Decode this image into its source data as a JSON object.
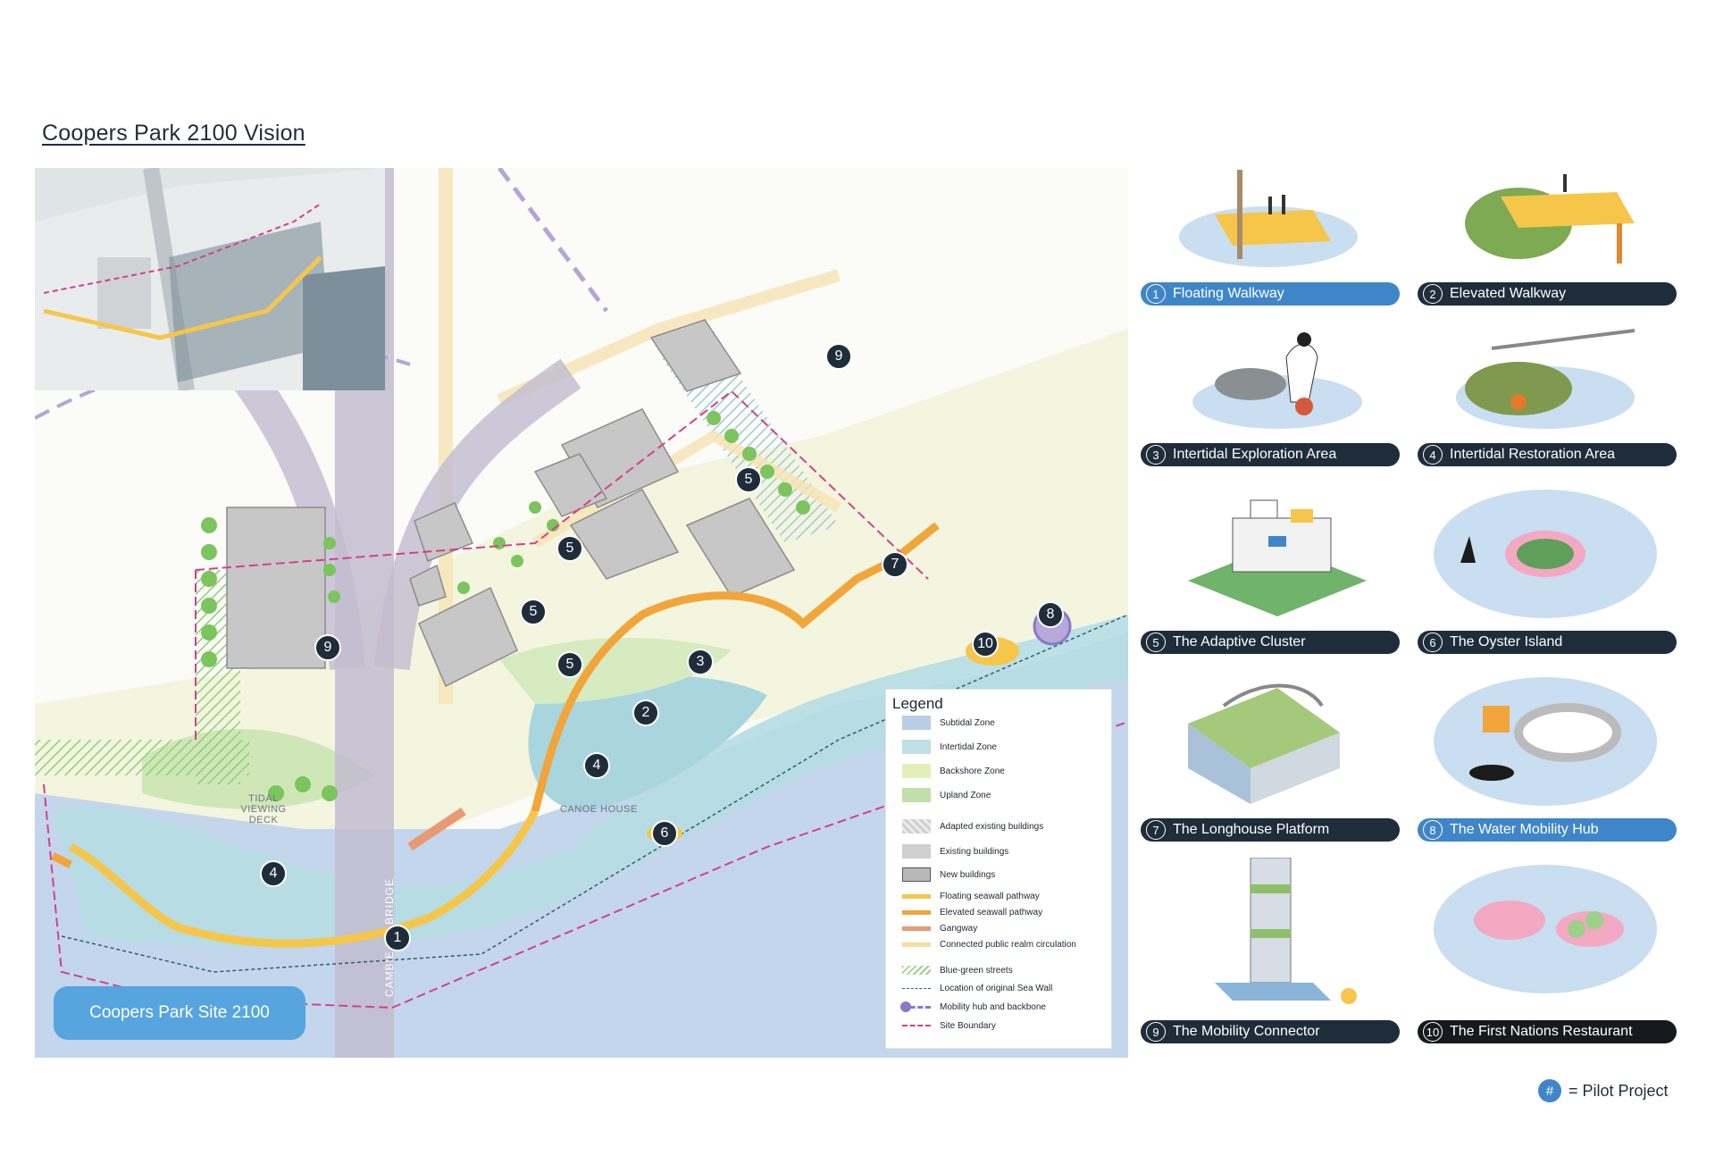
{
  "title": "Coopers Park 2100 Vision",
  "site_badge": "Coopers Park Site 2100",
  "map_labels": {
    "viewing_deck": "TIDAL VIEWING DECK",
    "canoe_house": "CANOE HOUSE",
    "bridge": "CAMBIE ST. BRIDGE"
  },
  "markers": [
    "9",
    "5",
    "5",
    "5",
    "5",
    "7",
    "8",
    "10",
    "3",
    "2",
    "4",
    "6",
    "4",
    "1",
    "9"
  ],
  "legend": {
    "title": "Legend",
    "items": [
      {
        "label": "Subtidal Zone",
        "color": "#b9cde6"
      },
      {
        "label": "Intertidal Zone",
        "color": "#bfe0e4"
      },
      {
        "label": "Backshore Zone",
        "color": "#e4efb8"
      },
      {
        "label": "Upland Zone",
        "color": "#bfe0a8"
      },
      {
        "label": "Adapted existing buildings",
        "color": "#dadada"
      },
      {
        "label": "Existing buildings",
        "color": "#cfcfcf"
      },
      {
        "label": "New buildings",
        "color": "#b8b8b8"
      },
      {
        "label": "Floating seawall pathway",
        "color": "#f6c64a"
      },
      {
        "label": "Elevated seawall pathway",
        "color": "#f2a53b"
      },
      {
        "label": "Gangway",
        "color": "#e89a73"
      },
      {
        "label": "Connected public realm circulation",
        "color": "#f6dca0"
      },
      {
        "label": "Blue-green streets",
        "color": "#9ed18b"
      },
      {
        "label": "Location of original Sea Wall",
        "color": "#2f5f6b"
      },
      {
        "label": "Mobility hub and backbone",
        "color": "#8c78c7"
      },
      {
        "label": "Site Boundary",
        "color": "#d63f8c"
      }
    ]
  },
  "projects": [
    {
      "num": "1",
      "label": "Floating Walkway",
      "style": "blue"
    },
    {
      "num": "2",
      "label": "Elevated Walkway",
      "style": "dark"
    },
    {
      "num": "3",
      "label": "Intertidal Exploration Area",
      "style": "dark"
    },
    {
      "num": "4",
      "label": "Intertidal Restoration Area",
      "style": "dark"
    },
    {
      "num": "5",
      "label": "The Adaptive Cluster",
      "style": "dark"
    },
    {
      "num": "6",
      "label": "The Oyster Island",
      "style": "dark"
    },
    {
      "num": "7",
      "label": "The Longhouse Platform",
      "style": "dark"
    },
    {
      "num": "8",
      "label": "The Water Mobility Hub",
      "style": "blue"
    },
    {
      "num": "9",
      "label": "The Mobility Connector",
      "style": "dark"
    },
    {
      "num": "10",
      "label": "The First Nations Restaurant",
      "style": "black"
    }
  ],
  "pilot_note": {
    "symbol": "#",
    "text": "= Pilot Project"
  }
}
